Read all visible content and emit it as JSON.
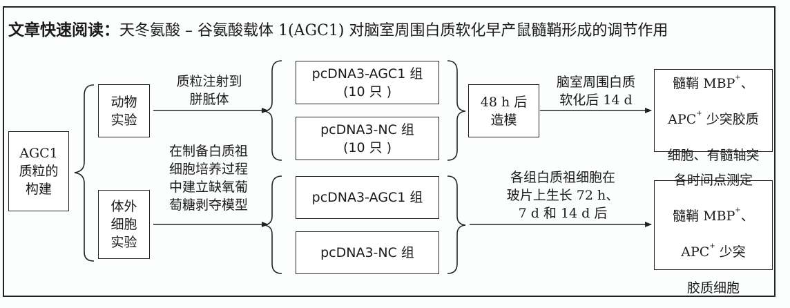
{
  "title": {
    "prefix": "文章快速阅读：",
    "text": "天冬氨酸 – 谷氨酸载体 1(AGC1) 对脑室周围白质软化早产鼠髓鞘形成的调节作用"
  },
  "root": {
    "label": "AGC1\n质粒的\n构建"
  },
  "branches": {
    "animal": {
      "box": "动物\n实验",
      "arrow_label": "质粒注射到\n胼胝体",
      "groups": [
        "pcDNA3-AGC1 组\n(10 只 )",
        "pcDNA3-NC 组\n(10 只 )"
      ],
      "step": "48 h 后\n造模",
      "step_arrow_label": "脑室周围白质\n软化后 14 d",
      "result": {
        "line1": "髓鞘 MBP",
        "line1_sup": "+",
        "line1_tail": "、",
        "line2": "APC",
        "line2_sup": "+",
        "line2_tail": " 少突胶质",
        "line3": "细胞、有髓轴突"
      }
    },
    "cell": {
      "box": "体外\n细胞\n实验",
      "arrow_label": "在制备白质祖\n细胞培养过程\n中建立缺氧葡\n萄糖剥夺模型",
      "groups": [
        "pcDNA3-AGC1 组",
        "pcDNA3-NC 组"
      ],
      "arrow2_label": "各组白质祖细胞在\n玻片上生长 72 h、\n7 d 和 14 d 后",
      "result": {
        "line0": "各时间点测定",
        "line1": "髓鞘 MBP",
        "line1_sup": "+",
        "line1_tail": "、",
        "line2": "APC",
        "line2_sup": "+",
        "line2_tail": " 少突",
        "line3": "胶质细胞"
      }
    }
  }
}
